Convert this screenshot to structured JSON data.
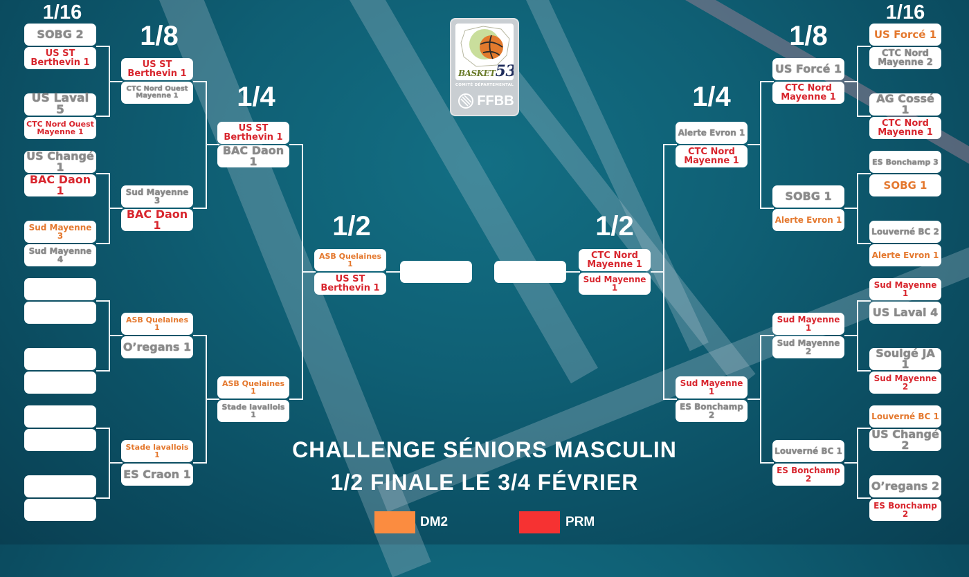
{
  "title": {
    "line1": "CHALLENGE SÉNIORS MASCULIN",
    "line2": "1/2 FINALE LE 3/4 FÉVRIER"
  },
  "logo": {
    "name": "BASKET 53",
    "wordmark": "BASKET",
    "number": "53",
    "subtitle": "COMITÉ DÉPARTEMENTAL",
    "federation": "FFBB"
  },
  "legend": [
    {
      "label": "DM2",
      "color": "#fb8c40"
    },
    {
      "label": "PRM",
      "color": "#f63232"
    }
  ],
  "colors": {
    "background": "#0f5f74",
    "box": "#ffffff",
    "line": "#f2f6f8",
    "dm2_text": "#e4782e",
    "prm_text": "#d8262e",
    "neutral_text": "#8a8a8a"
  },
  "rounds": {
    "left": {
      "r16": "1/16",
      "r8": "1/8",
      "r4": "1/4",
      "r2": "1/2"
    },
    "right": {
      "r16": "1/16",
      "r8": "1/8",
      "r4": "1/4",
      "r2": "1/2"
    }
  },
  "left": {
    "r16": [
      {
        "top": "SOBG 2",
        "bottom": "US ST\nBerthevin 1"
      },
      {
        "top": "US Laval 5",
        "bottom": "CTC Nord Ouest\nMayenne 1"
      },
      {
        "top": "US Changé 1",
        "bottom": "BAC Daon 1"
      },
      {
        "top": "Sud Mayenne 3",
        "bottom": "Sud Mayenne 4"
      },
      {
        "top": "",
        "bottom": ""
      },
      {
        "top": "",
        "bottom": ""
      },
      {
        "top": "",
        "bottom": ""
      },
      {
        "top": "",
        "bottom": ""
      }
    ],
    "r8": [
      {
        "top": "US ST\nBerthevin 1",
        "bottom": "CTC Nord Ouest\nMayenne 1"
      },
      {
        "top": "Sud Mayenne 3",
        "bottom": "BAC Daon 1"
      },
      {
        "top": "ASB Quelaines 1",
        "bottom": "O’regans 1"
      },
      {
        "top": "Stade lavallois 1",
        "bottom": "ES Craon 1"
      }
    ],
    "r4": [
      {
        "top": "US ST\nBerthevin 1",
        "bottom": "BAC Daon 1"
      },
      {
        "top": "ASB Quelaines 1",
        "bottom": "Stade lavallois 1"
      }
    ],
    "r2": {
      "top": "ASB Quelaines 1",
      "bottom": "US ST\nBerthevin 1"
    },
    "final_slot": ""
  },
  "right": {
    "r16": [
      {
        "top": "US Forcé 1",
        "bottom": "CTC Nord\nMayenne 2"
      },
      {
        "top": "AG Cossé 1",
        "bottom": "CTC Nord\nMayenne 1"
      },
      {
        "top": "ES Bonchamp 3",
        "bottom": "SOBG 1"
      },
      {
        "top": "Louverné BC 2",
        "bottom": "Alerte Evron 1"
      },
      {
        "top": "Sud Mayenne 1",
        "bottom": "US Laval 4"
      },
      {
        "top": "Soulgé JA 1",
        "bottom": "Sud Mayenne 2"
      },
      {
        "top": "Louverné BC 1",
        "bottom": "US Changé 2"
      },
      {
        "top": "O’regans 2",
        "bottom": "ES Bonchamp 2"
      }
    ],
    "r8": [
      {
        "top": "US Forcé 1",
        "bottom": "CTC Nord\nMayenne 1"
      },
      {
        "top": "SOBG 1",
        "bottom": "Alerte Evron 1"
      },
      {
        "top": "Sud Mayenne 1",
        "bottom": "Sud Mayenne 2"
      },
      {
        "top": "Louverné BC 1",
        "bottom": "ES Bonchamp 2"
      }
    ],
    "r4": [
      {
        "top": "Alerte Evron 1",
        "bottom": "CTC Nord\nMayenne 1"
      },
      {
        "top": "Sud Mayenne 1",
        "bottom": "ES Bonchamp 2"
      }
    ],
    "r2": {
      "top": "CTC Nord\nMayenne 1",
      "bottom": "Sud Mayenne 1"
    },
    "final_slot": ""
  }
}
